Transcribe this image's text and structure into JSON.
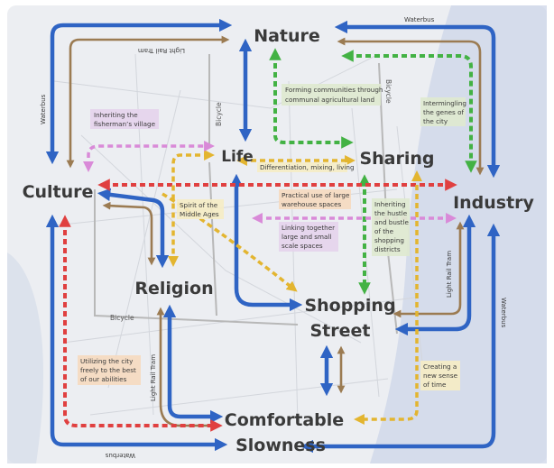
{
  "nodes": {
    "nature": "Nature",
    "life": "Life",
    "sharing": "Sharing",
    "culture": "Culture",
    "industry": "Industry",
    "religion": "Religion",
    "shopping_1": "Shopping",
    "shopping_2": "Street",
    "comfortable_1": "Comfortable",
    "comfortable_2": "Slowness"
  },
  "notes": {
    "fishermans_1": "Inheriting the",
    "fishermans_2": "fisherman’s village",
    "communities_1": "Forming communities through",
    "communities_2": "communal agricultural land",
    "genes_1": "Intermingling",
    "genes_2": "the genes of",
    "genes_3": "the city",
    "differentiation": "Differentiation, mixing, living",
    "spirit_1": "Spirit of the",
    "spirit_2": "Middle Ages",
    "warehouse_1": "Practical use of large",
    "warehouse_2": "warehouse spaces",
    "linking_1": "Linking together",
    "linking_2": "large and small",
    "linking_3": "scale spaces",
    "hustle_1": "Inheriting",
    "hustle_2": "the hustle",
    "hustle_3": "and bustle",
    "hustle_4": "of the",
    "hustle_5": "shopping",
    "hustle_6": "districts",
    "utilizing_1": "Utilizing the city",
    "utilizing_2": "freely to the best",
    "utilizing_3": "of our abilities",
    "newsense_1": "Creating a",
    "newsense_2": "new sense",
    "newsense_3": "of time"
  },
  "routes": {
    "waterbus_top": "Waterbus",
    "waterbus_left": "Waterbus",
    "waterbus_right": "Waterbus",
    "waterbus_bottom": "Waterbus",
    "lrt_top": "Light Rail Tram",
    "lrt_right": "Light Rail Tram",
    "lrt_left": "Light Rail Tram",
    "bicycle_top": "Bicycle",
    "bicycle_mid": "Bicycle",
    "bicycle_right": "Bicycle"
  },
  "colors": {
    "waterbus": "#2f64c4",
    "tram": "#9b7b52",
    "agriculture": "#43b244",
    "culture_link": "#e04040",
    "religion_link": "#e3b530",
    "mix_link": "#d98ad8",
    "bicycle": "#b8b8b8",
    "note_green": "#dfe9cf",
    "note_purple": "#e5d3ec",
    "note_orange": "#f6d9bf",
    "note_yellow": "#f6ecc4",
    "river": "#cdd6e8",
    "map": "#eceef2"
  }
}
